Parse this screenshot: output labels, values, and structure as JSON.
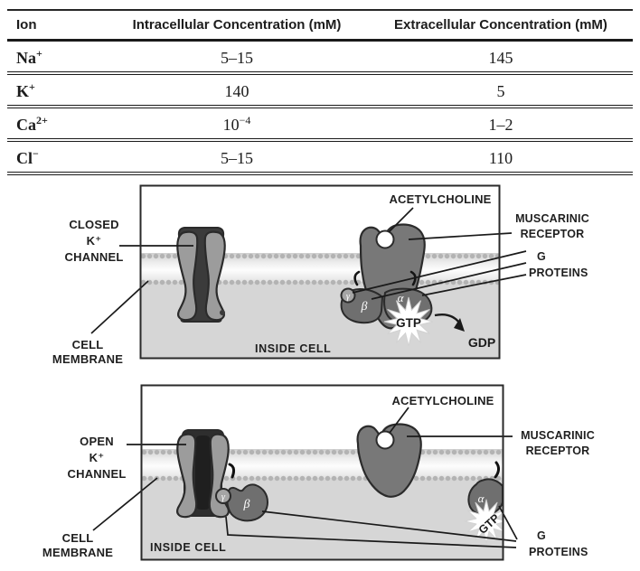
{
  "table": {
    "columns": [
      "Ion",
      "Intracellular Concentration (mM)",
      "Extracellular Concentration (mM)"
    ],
    "rows": [
      {
        "ion": {
          "base": "Na",
          "sup": "+"
        },
        "intracellular": {
          "base": "5–15",
          "sup": ""
        },
        "extracellular": {
          "base": "145",
          "sup": ""
        }
      },
      {
        "ion": {
          "base": "K",
          "sup": "+"
        },
        "intracellular": {
          "base": "140",
          "sup": ""
        },
        "extracellular": {
          "base": "5",
          "sup": ""
        }
      },
      {
        "ion": {
          "base": "Ca",
          "sup": "2+"
        },
        "intracellular": {
          "base": "10",
          "sup": "−4"
        },
        "extracellular": {
          "base": "1–2",
          "sup": ""
        }
      },
      {
        "ion": {
          "base": "Cl",
          "sup": "−"
        },
        "intracellular": {
          "base": "5–15",
          "sup": ""
        },
        "extracellular": {
          "base": "110",
          "sup": ""
        }
      }
    ]
  },
  "diagrams": {
    "closed": {
      "channel_label": {
        "l1": "CLOSED",
        "l2": "K⁺",
        "l3": "CHANNEL"
      },
      "membrane_label": {
        "l1": "CELL",
        "l2": "MEMBRANE"
      },
      "acetylcholine": "ACETYLCHOLINE",
      "receptor_label": {
        "l1": "MUSCARINIC",
        "l2": "RECEPTOR"
      },
      "gproteins_label": {
        "l1": "G",
        "l2": "PROTEINS"
      },
      "inside_cell": "INSIDE CELL",
      "gtp": "GTP",
      "gdp": "GDP",
      "subunits": {
        "alpha": "α",
        "beta": "β",
        "gamma": "γ"
      }
    },
    "open": {
      "channel_label": {
        "l1": "OPEN",
        "l2": "K⁺",
        "l3": "CHANNEL"
      },
      "membrane_label": {
        "l1": "CELL",
        "l2": "MEMBRANE"
      },
      "acetylcholine": "ACETYLCHOLINE",
      "receptor_label": {
        "l1": "MUSCARINIC",
        "l2": "RECEPTOR"
      },
      "gproteins_label": {
        "l1": "G",
        "l2": "PROTEINS"
      },
      "inside_cell": "INSIDE CELL",
      "gtp": "GTP",
      "subunits": {
        "alpha": "α",
        "beta": "β",
        "gamma": "γ"
      }
    }
  },
  "colors": {
    "cell_interior": "#d6d6d6",
    "membrane_bead": "#b3b3b3",
    "channel_lobe": "#9c9c9c",
    "channel_pore_dark": "#3b3b3b",
    "receptor_fill": "#787878",
    "g_protein_fill": "#6f6f6f",
    "outline": "#2b2b2b",
    "text": "#1f1f1f"
  }
}
